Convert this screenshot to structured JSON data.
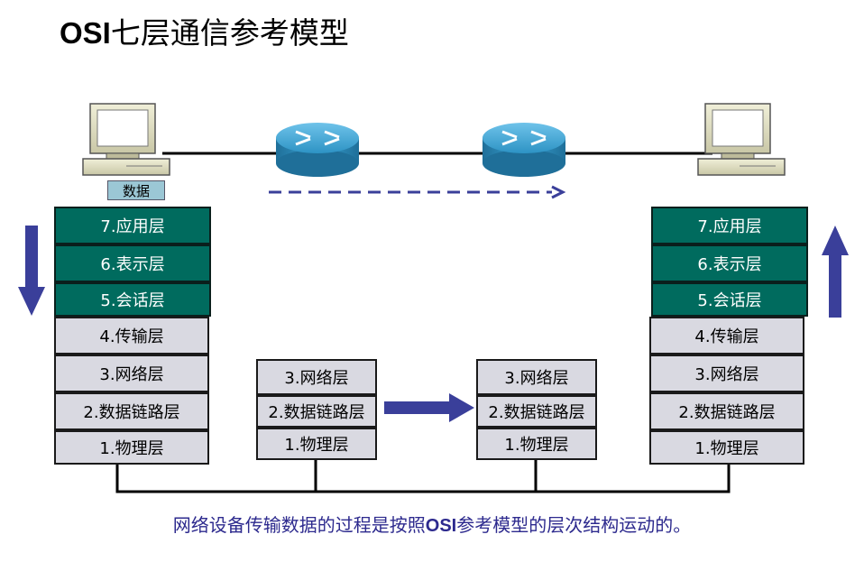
{
  "title": {
    "prefix": "OSI",
    "suffix": "七层通信参考模型"
  },
  "data_label": "数据",
  "left_stack": [
    "7.应用层",
    "6.表示层",
    "5.会话层",
    "4.传输层",
    "3.网络层",
    "2.数据链路层",
    "1.物理层"
  ],
  "router1_stack": [
    "3.网络层",
    "2.数据链路层",
    "1.物理层"
  ],
  "router2_stack": [
    "3.网络层",
    "2.数据链路层",
    "1.物理层"
  ],
  "right_stack": [
    "7.应用层",
    "6.表示层",
    "5.会话层",
    "4.传输层",
    "3.网络层",
    "2.数据链路层",
    "1.物理层"
  ],
  "caption": {
    "part1": "网络设备传输数据的过程是按照",
    "part2": "OSI",
    "part3": "参考模型的层次结构运动的。"
  },
  "colors": {
    "upper_layer": "#006b5e",
    "lower_layer": "#d9d9e1",
    "arrow": "#3a3f9a",
    "router": "#2d93c4",
    "caption": "#2d2a8e"
  }
}
